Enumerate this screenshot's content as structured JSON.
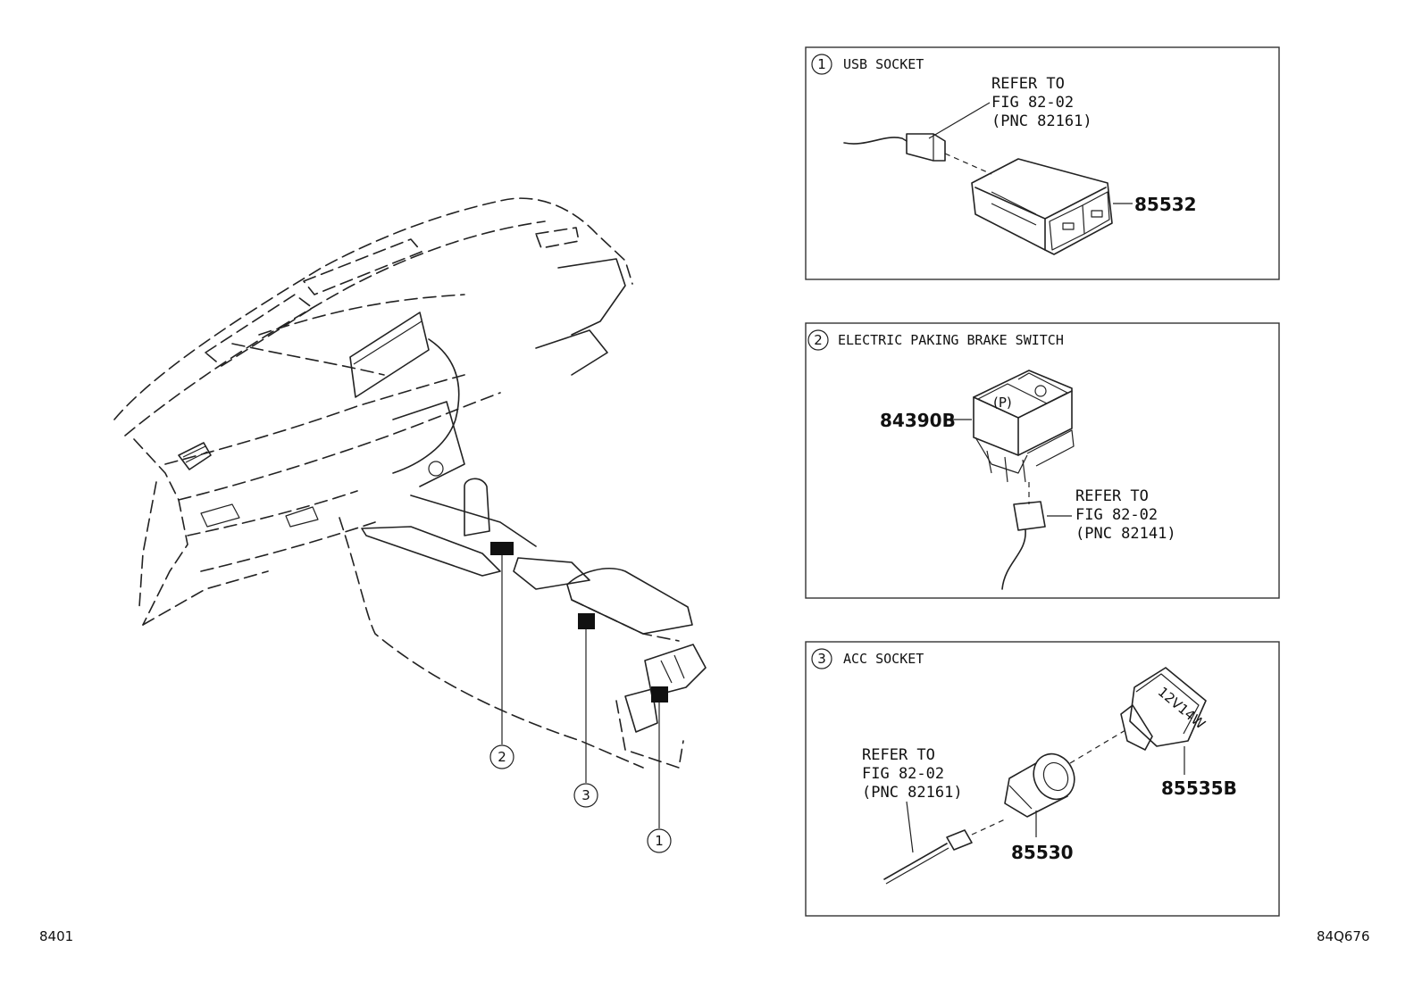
{
  "figure_codes": {
    "left": "8401",
    "right": "84Q676"
  },
  "callouts": [
    {
      "number": "1"
    },
    {
      "number": "2"
    },
    {
      "number": "3"
    }
  ],
  "panels": [
    {
      "number": "1",
      "title": "USB SOCKET",
      "refer_lines": [
        "REFER TO",
        "FIG 82-02",
        "(PNC 82161)"
      ],
      "parts": [
        "85532"
      ]
    },
    {
      "number": "2",
      "title": "ELECTRIC PAKING BRAKE SWITCH",
      "refer_lines": [
        "REFER TO",
        "FIG 82-02",
        "(PNC 82141)"
      ],
      "parts": [
        "84390B"
      ]
    },
    {
      "number": "3",
      "title": "ACC SOCKET",
      "refer_lines": [
        "REFER TO",
        "FIG 82-02",
        "(PNC 82161)"
      ],
      "parts": [
        "85535B",
        "85530"
      ],
      "socket_marking": "12V14W"
    }
  ]
}
